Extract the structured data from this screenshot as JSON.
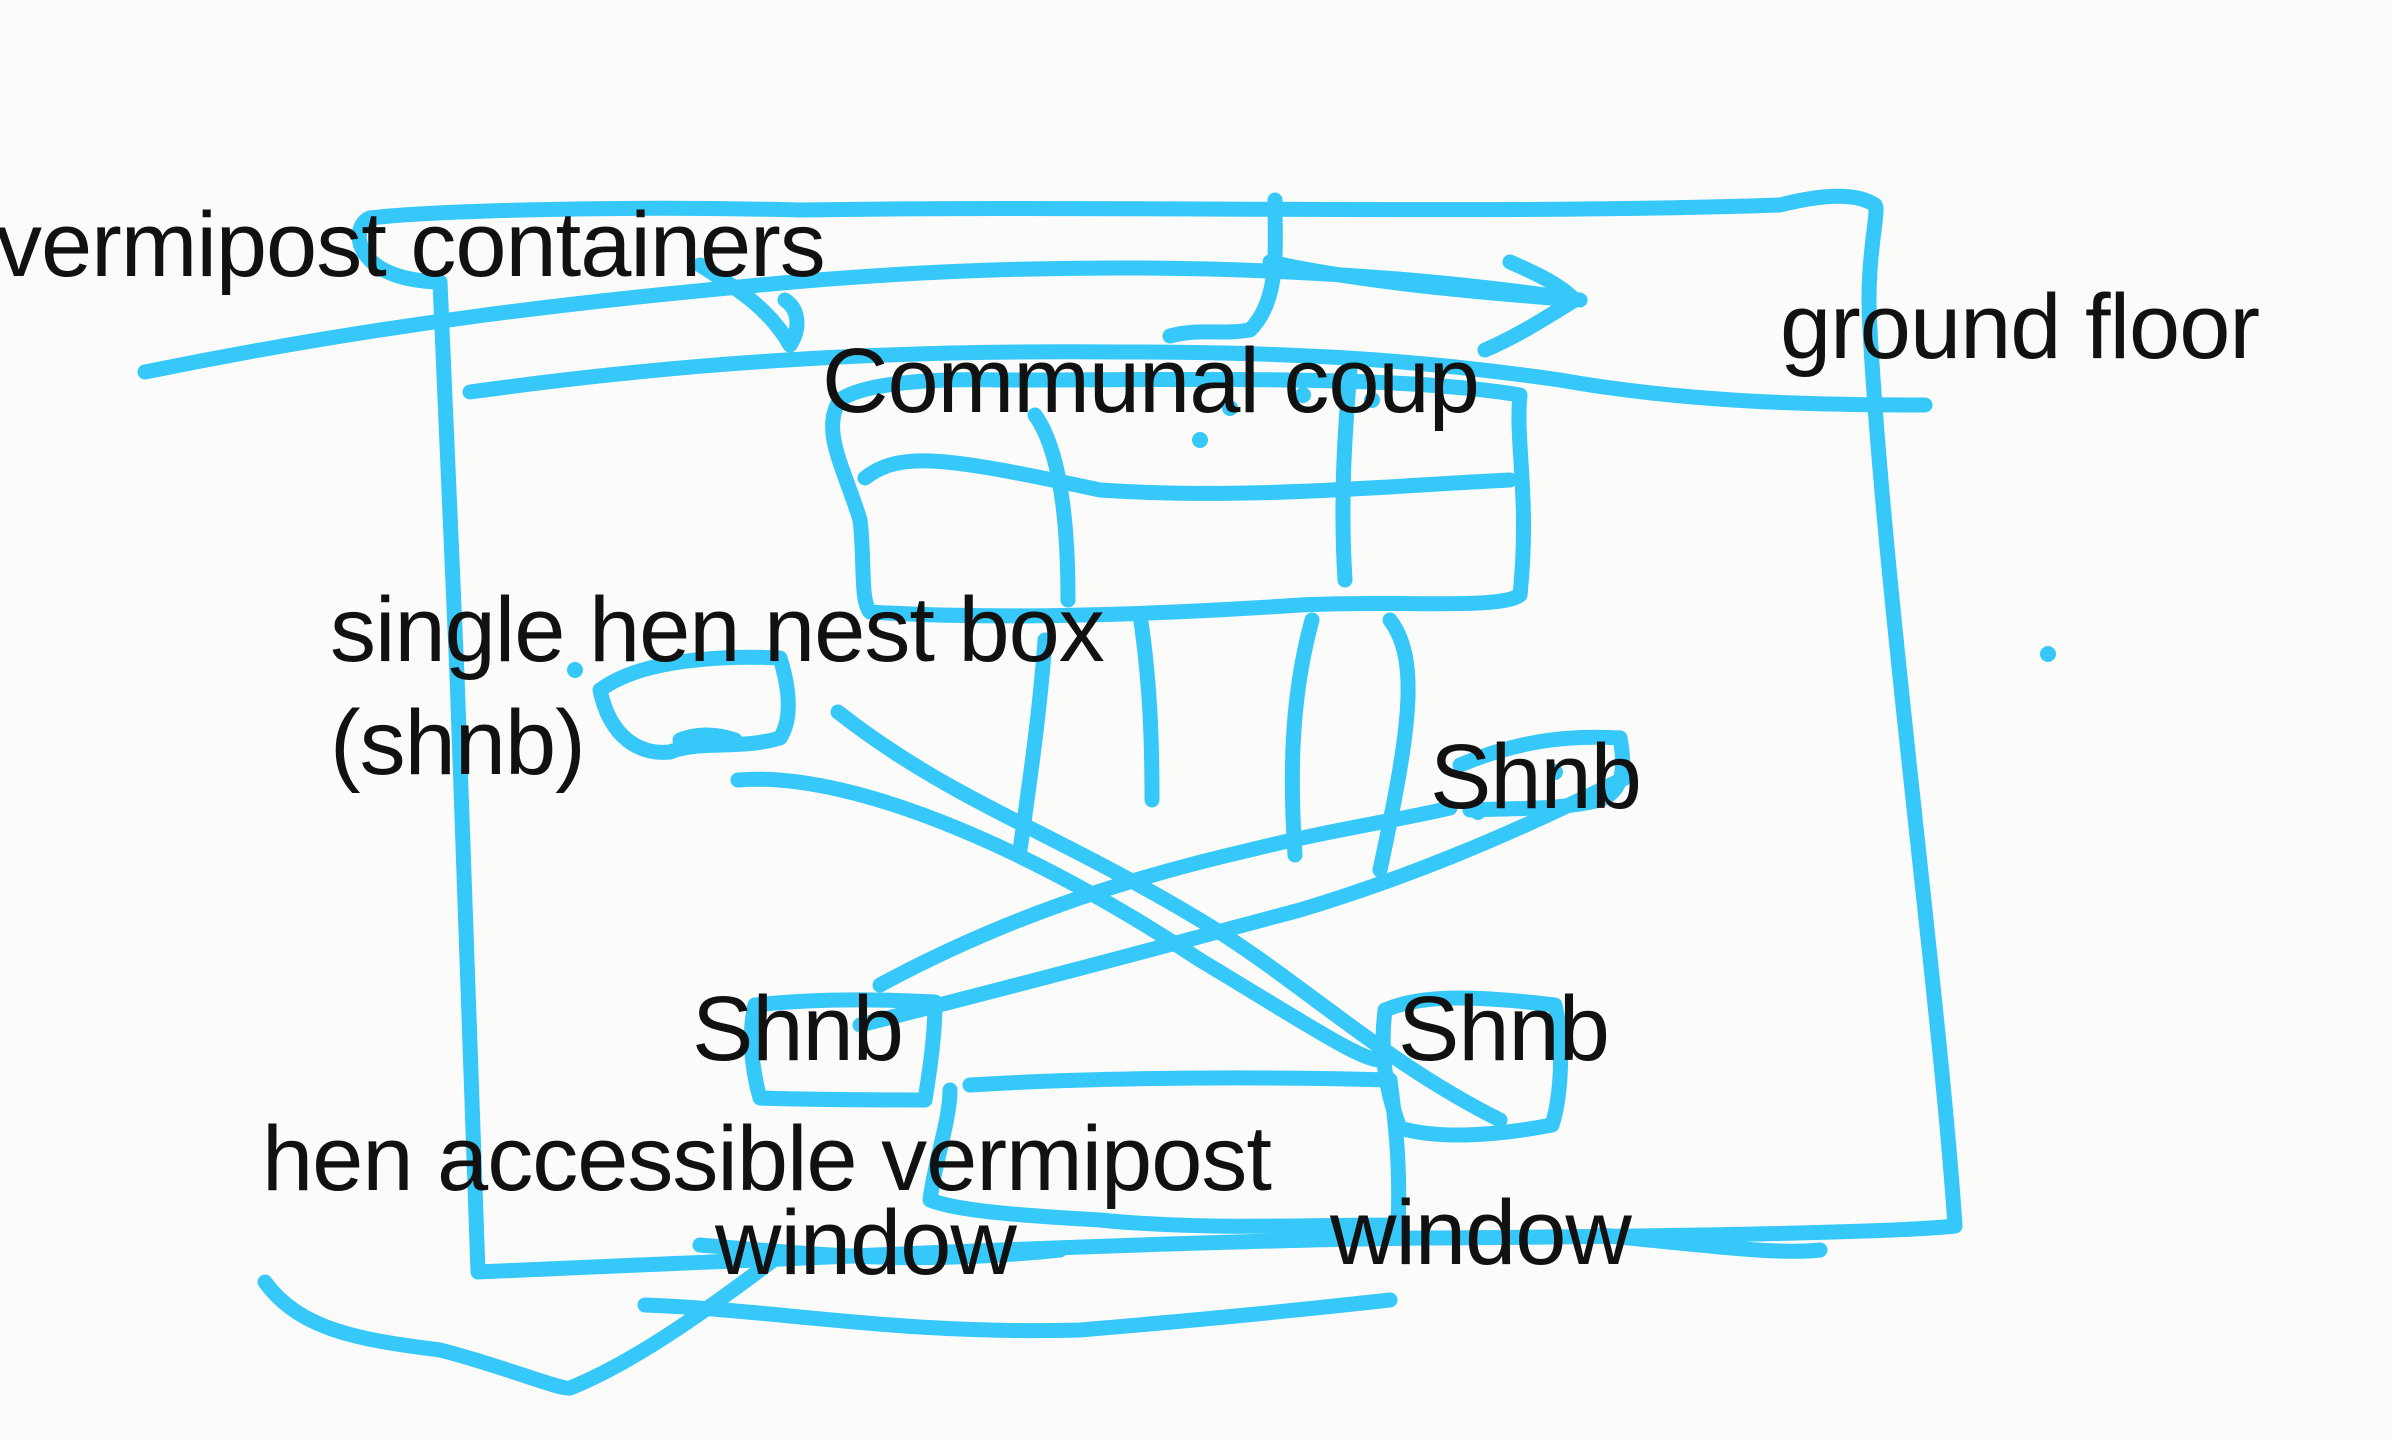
{
  "diagram": {
    "ink_color": "#35c8f8",
    "text_color": "#111111",
    "background": "#fbfbf9",
    "labels": {
      "vermipost_containers": "vermipost containers",
      "ground_floor": "ground floor",
      "communal_coup": "Communal coup",
      "single_hen_nest_box_line1": "single hen nest box",
      "single_hen_nest_box_line2": "(shnb)",
      "shnb_right": "Shnb",
      "shnb_bottom_left": "Shnb",
      "shnb_bottom_right": "Shnb",
      "hen_accessible_vermipost": "hen accessible vermipost",
      "window_left": "window",
      "window_right": "window"
    }
  }
}
